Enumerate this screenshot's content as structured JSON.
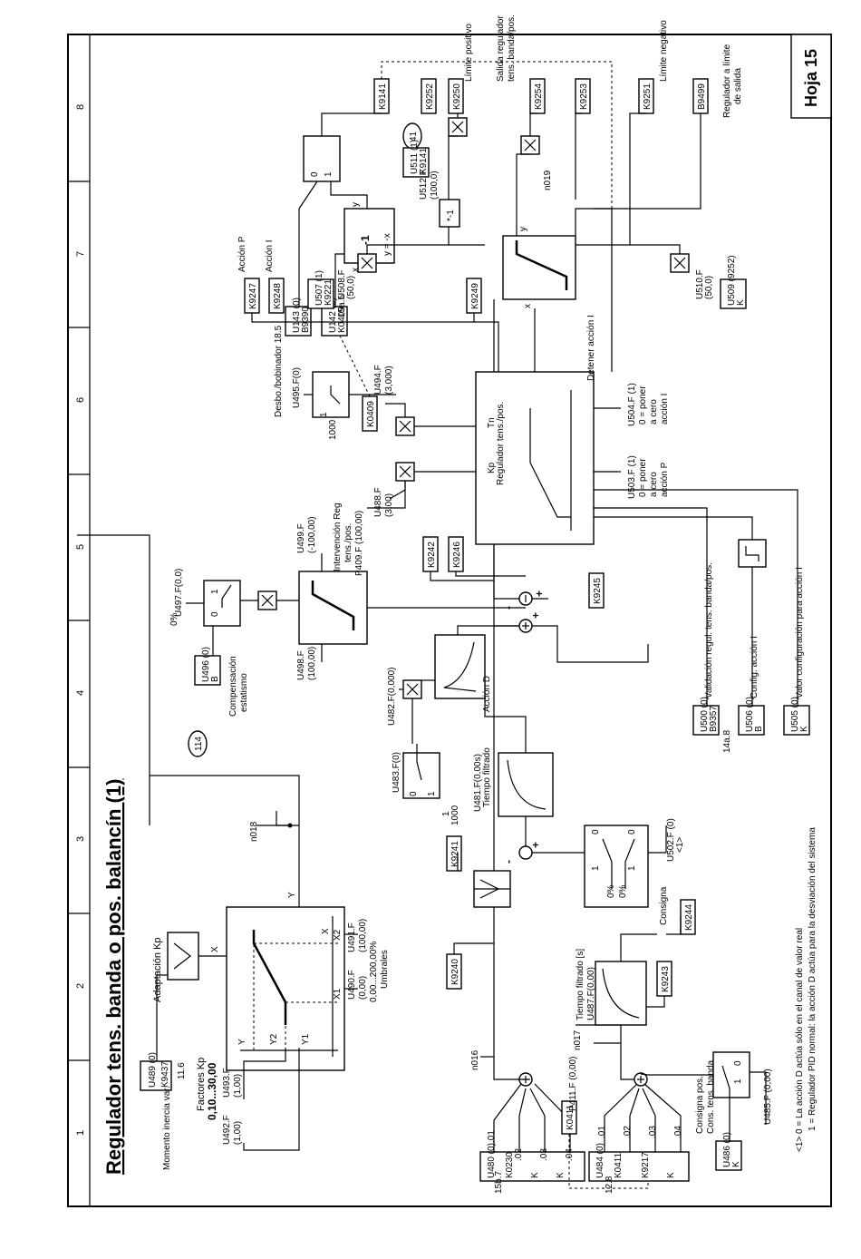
{
  "title": "Regulador tens. banda o pos. balancín  (1)",
  "sheet": "Hoja 15",
  "grid_columns": [
    "1",
    "2",
    "3",
    "4",
    "5",
    "6",
    "7",
    "8"
  ],
  "adaptacion": {
    "label": "Adaptación Kp",
    "param": "U489 (0)",
    "connector": "K9437",
    "ref": "11.6",
    "momento": "Momento inercia var."
  },
  "factores": {
    "title": "Factores Kp",
    "range": "0,10...30,00",
    "u493": "U493.F",
    "u493_val": "(1,00)",
    "u492": "U492.F",
    "u492_val": "(1,00)"
  },
  "umbrales": {
    "u490": "U490.F",
    "u490_val": "(0,00)",
    "u491": "U491.F",
    "u491_val": "(100,00)",
    "range": "0,00...200,00%",
    "label": "Umbrales",
    "y": "Y",
    "y2": "Y2",
    "y1": "Y1",
    "x": "X",
    "x1": "X1",
    "x2": "X2"
  },
  "n016": "n016",
  "n017": "n017",
  "n018": "n018",
  "n019": "n019",
  "num114": "114",
  "num41": "41",
  "u480": {
    "param": "U480 (0)",
    "ref": "15b.7",
    "c01": ".01",
    "c02": ".02",
    "c03": ".03",
    "c04": ".04",
    "k1": "K0230",
    "k": "K"
  },
  "u484": {
    "param": "U484 (0)",
    "ref": "12.8",
    "c01": ".01",
    "c02": ".02",
    "c03": ".03",
    "c04": ".04",
    "k1": "K0411",
    "k2": "K9217",
    "k": "K"
  },
  "k0411": "K0411",
  "p411": "P411.F (0,00)",
  "consigna_pos": "Consigna pos.",
  "cons_tens": "Cons. tens. banda",
  "u486": "U486 (0)",
  "u485": "U485.F (0,00)",
  "k9240": "K9240",
  "k9241": "K9241",
  "k9242": "K9242",
  "k9243": "K9243",
  "k9244": "K9244",
  "k9245": "K9245",
  "k9246": "K9246",
  "k9247": "K9247",
  "k9248": "K9248",
  "k9249": "K9249",
  "k9250": "K9250",
  "k9251": "K9251",
  "k9252": "K9252",
  "k9253": "K9253",
  "k9254": "K9254",
  "k9141": "K9141",
  "b9499": "B9499",
  "tiempo487": "Tiempo filtrado [s]",
  "u487": "U487.F(0,00)",
  "consigna": "Consigna",
  "u502": "U502.F (0)",
  "u502_ref": "<1>",
  "zero_pct": "0%",
  "tiempo481": "Tiempo filtrado",
  "u481": "U481.F(0,00s)",
  "u483": "U483.F(0)",
  "n1": "1",
  "n0": "0",
  "n1000": "1000",
  "u482": "U482.F(0,000)",
  "accion_d": "Acción D",
  "u496": "U496 (0)",
  "b": "B",
  "comp": "Compensación",
  "estatismo": "estatismo",
  "u497": "U497.F(0,0)",
  "u498": "U498.F",
  "u498_val": "(100,00)",
  "u499": "U499.F",
  "u499_val": "(-100,00)",
  "u488": "U488.F",
  "u488_val": "(3,00)",
  "u494": "U494.F",
  "u494_val": "(3,000)",
  "u495": "U495.F(0)",
  "interv1": "Intervención Reg",
  "interv2": "tens./pos.",
  "p409": "P409.F (100,00)",
  "desbo": "Desbo./bobinador 18.5",
  "k0409": "K0409",
  "u143": "U143 (0)",
  "b9390": "B9390",
  "u142": "U142 (0)",
  "reg_label": "Regulador tens./pos.",
  "kp": "Kp",
  "tn": "Tn",
  "u503": "U503.F (1)",
  "u503_d1": "0 = poner",
  "u503_d2": "a cero",
  "u503_d3": "acción P",
  "u504": "U504.F (1)",
  "u504_d1": "0 = poner",
  "u504_d2": "a cero",
  "u504_d3": "acción I",
  "detener": "Detener acción I",
  "u500": "U500 (0)",
  "b9357": "B9357",
  "ref14a8": "14a.8",
  "validacion": "Validación regul. tens. banda/pos.",
  "u506": "U506 (0)",
  "config": "Config. acción I",
  "u505": "U505 (0)",
  "valor_config": "Valor configuración para  acción I",
  "accion_p": "Acción P",
  "accion_i": "Acción I",
  "u507": "U507 (1)",
  "k9221": "K9221",
  "ref15a5": "15a.5",
  "u508": "U508.F",
  "u508_val": "(50,0)",
  "u509": "U509 (9252)",
  "u510": "U510.F",
  "u510_val": "(50,0)",
  "u511": "U511 (1)",
  "u512": "U512.F",
  "u512_val": "(100,0)",
  "minus1": "*-1",
  "neg": "-1",
  "yeq": "y = -x",
  "xl": "x",
  "yl": "y",
  "lim_pos": "Límite positivo",
  "lim_neg": "Límite negativo",
  "salida1": "Salida regulador",
  "salida2": "tens. banda/pos.",
  "reg_lim1": "Regulador a límite",
  "reg_lim2": "de salida",
  "foot1": "<1>  0 = La acción D actúa sólo en el canal de valor real",
  "foot2": "1 = Regulador PID normal: la acción D actúa para la desviación del sistema"
}
